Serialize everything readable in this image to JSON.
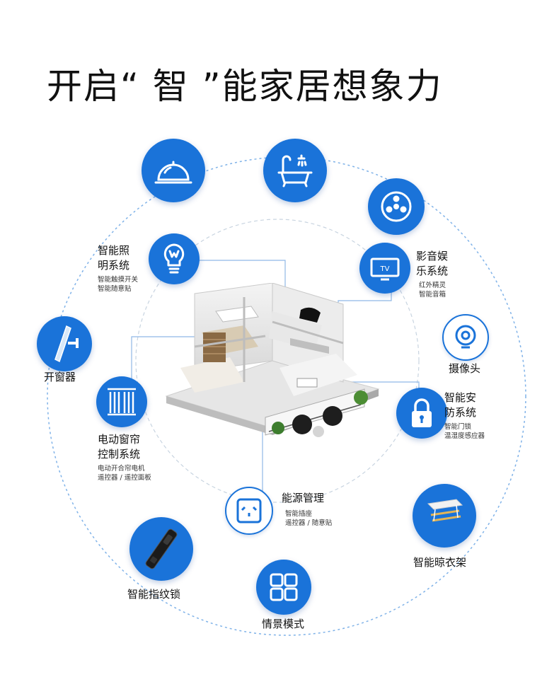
{
  "title": "开启“ 智 ”能家居想象力",
  "colors": {
    "accent": "#1a73d9",
    "ring": "#7fb2e8"
  },
  "features": {
    "lighting": {
      "title_line1": "智能照",
      "title_line2": "明系统",
      "sub1": "智能触摸开关",
      "sub2": "智能随意贴",
      "icon": "bulb-icon"
    },
    "entertainment": {
      "title_line1": "影音娱",
      "title_line2": "乐系统",
      "sub1": "红外精灵",
      "sub2": "智能音箱",
      "icon": "tv-icon"
    },
    "camera": {
      "title": "摄像头",
      "icon": "camera-icon"
    },
    "security": {
      "title_line1": "智能安",
      "title_line2": "防系统",
      "sub1": "智能门锁",
      "sub2": "温湿度感应器",
      "icon": "padlock-icon"
    },
    "curtain": {
      "title_line1": "电动窗帘",
      "title_line2": "控制系统",
      "sub1": "电动开合帘电机",
      "sub2": "遥控器 / 遥控面板",
      "icon": "curtain-icon"
    },
    "energy": {
      "title": "能源管理",
      "sub1": "智能插座",
      "sub2": "遥控器 / 随意贴",
      "icon": "socket-icon"
    },
    "window_opener": {
      "title": "开窗器",
      "icon": "window-opener-icon"
    },
    "drying_rack": {
      "title": "智能晾衣架",
      "icon": "drying-rack-icon"
    },
    "fingerprint_lock": {
      "title": "智能指纹锁",
      "icon": "fingerprint-lock-icon"
    },
    "scene": {
      "title": "情景模式",
      "icon": "grid-icon"
    },
    "kitchen": {
      "icon": "food-cover-icon"
    },
    "bathroom": {
      "icon": "bathtub-icon"
    },
    "appliance": {
      "icon": "fan-icon"
    }
  }
}
